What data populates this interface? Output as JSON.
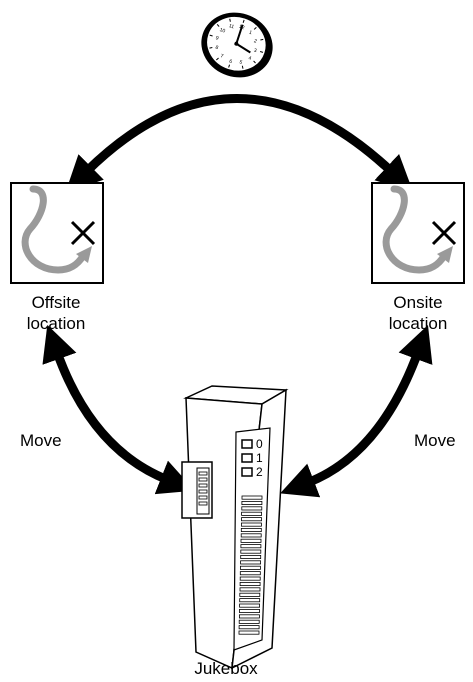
{
  "labels": {
    "offsite_line1": "Offsite",
    "offsite_line2": "location",
    "onsite_line1": "Onsite",
    "onsite_line2": "location",
    "move_left": "Move",
    "move_right": "Move",
    "jukebox": "Jukebox"
  },
  "jukebox_slot_numbers": [
    "0",
    "1",
    "2"
  ],
  "clock_numbers": [
    "12",
    "1",
    "2",
    "3",
    "4",
    "5",
    "6",
    "7",
    "8",
    "9",
    "10",
    "11"
  ],
  "colors": {
    "arrow": "#000000",
    "path_curve": "#9a9a9a",
    "outline": "#000000"
  },
  "icons": [
    "clock-icon",
    "route-icon",
    "jukebox-icon",
    "cycle-arrow-icon"
  ]
}
